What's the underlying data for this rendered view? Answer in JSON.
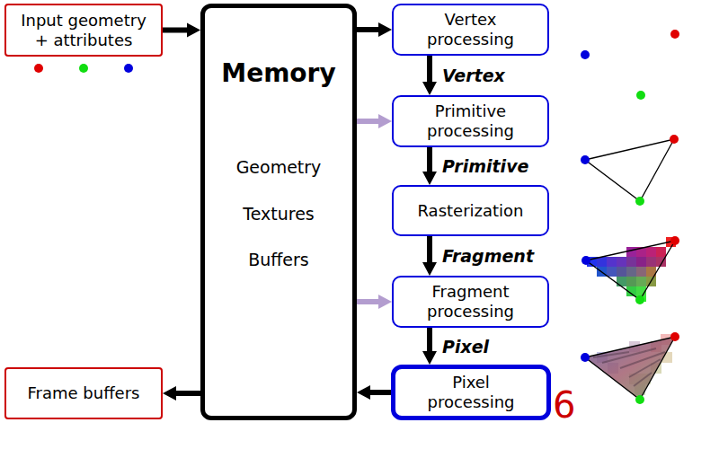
{
  "diagram": {
    "nodes": [
      {
        "text": [
          "Input geometry + attributes"
        ]
      },
      {
        "text": [
          "Memory",
          "Geometry",
          "Textures",
          "Buffers"
        ]
      },
      {
        "text": [
          "Vertex processing"
        ]
      },
      {
        "text": [
          "Primitive processing"
        ]
      },
      {
        "text": [
          "Rasterization"
        ]
      },
      {
        "text": [
          "Fragment processing"
        ]
      },
      {
        "text": [
          "Pixel processing"
        ]
      },
      {
        "text": [
          "Frame buffers"
        ]
      }
    ],
    "edges": [
      {
        "from": 0,
        "to": 1,
        "arrow": "to"
      },
      {
        "from": 1,
        "to": 2,
        "arrow": "to"
      },
      {
        "from": 2,
        "to": 3,
        "arrow": "to",
        "label": "Vertex"
      },
      {
        "from": 3,
        "to": 4,
        "arrow": "to",
        "label": "Primitive"
      },
      {
        "from": 4,
        "to": 5,
        "arrow": "to",
        "label": "Fragment"
      },
      {
        "from": 5,
        "to": 6,
        "arrow": "to",
        "label": "Pixel"
      },
      {
        "from": 6,
        "to": 1,
        "arrow": "to"
      },
      {
        "from": 1,
        "to": 7,
        "arrow": "to"
      },
      {
        "from": 1,
        "to": 3,
        "arrow": "to"
      },
      {
        "from": 1,
        "to": 5,
        "arrow": "to"
      }
    ],
    "labels": [
      "6"
    ]
  }
}
